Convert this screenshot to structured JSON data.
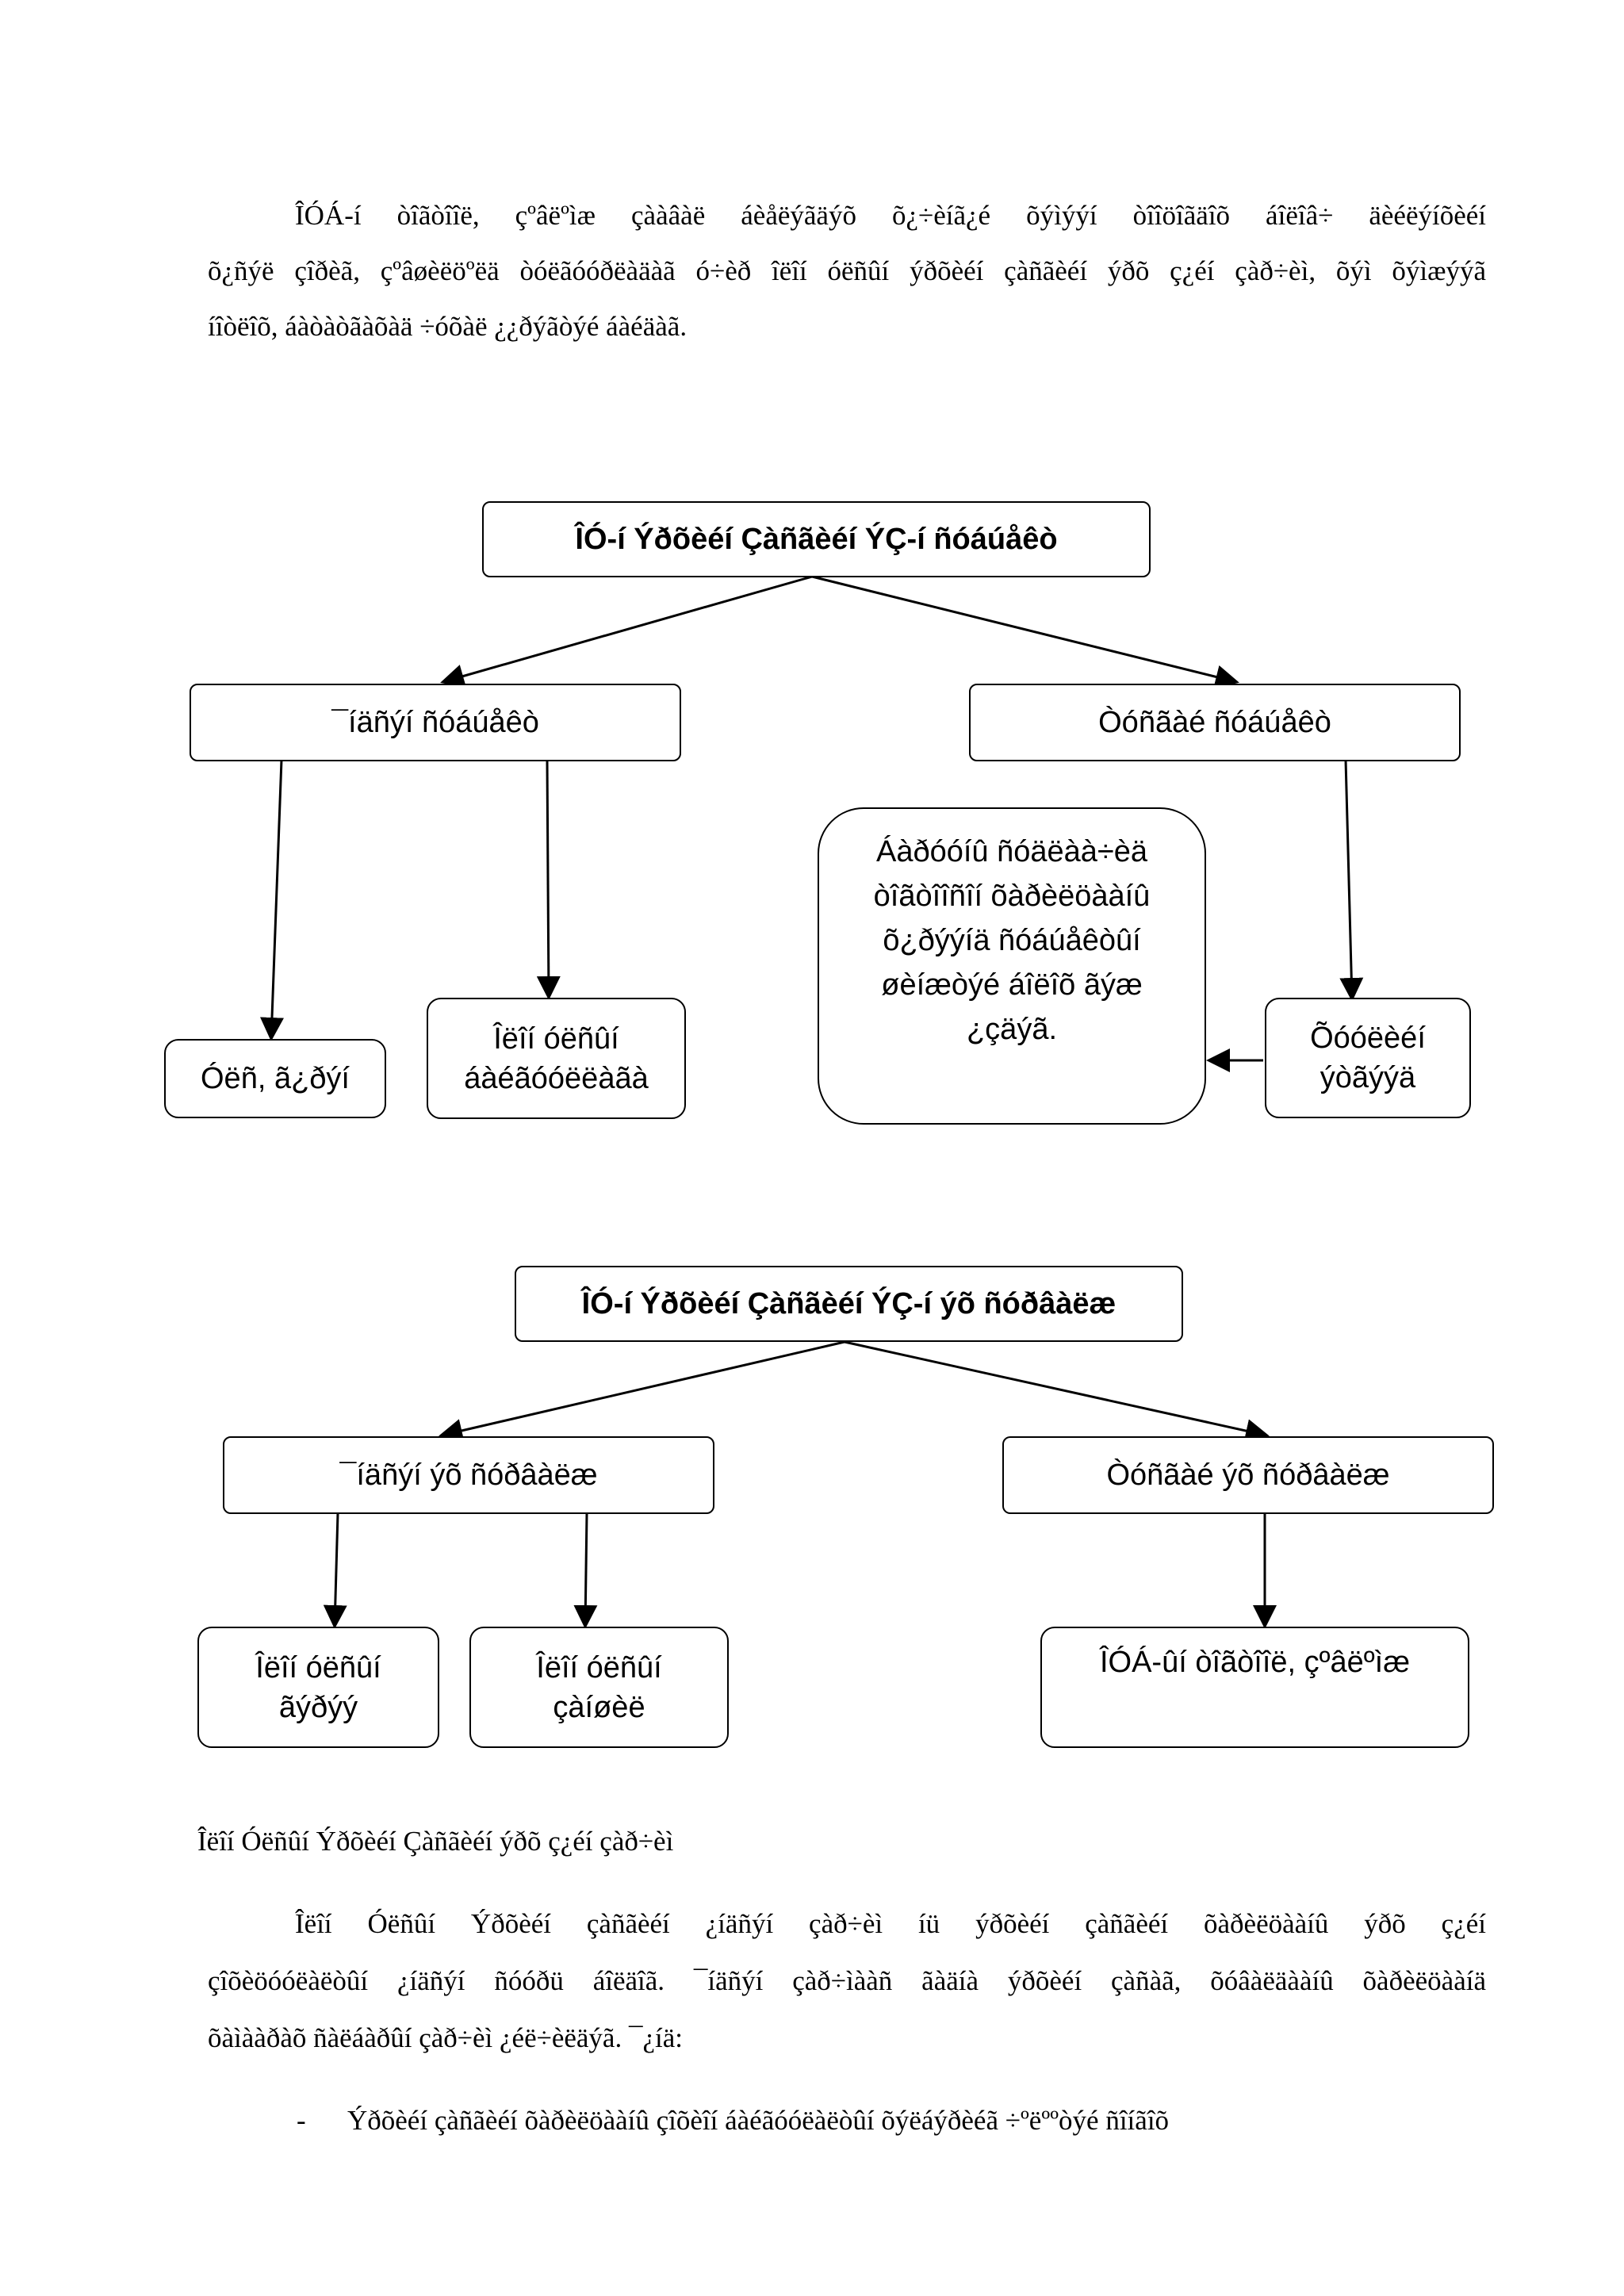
{
  "intro_paragraph": {
    "lines": [
      "ÎÓÁ-í òîãòîîë, çºâëºìæ çààâàë áèåëýãäýõ õ¿÷èíã¿é õýìýýí òîîöîãäîõ áîëîâ÷ äèéëýíõèéí",
      "õ¿ñýë çîðèã, çºâøèëöºëä òóëãóóðëàäàã ó÷èð îëîí óëñûí ýðõèéí çàñãèéí ýðõ ç¿éí çàð÷èì, õýì õýìæýýã",
      "íîòëîõ, áàòàòãàõàä ÷óõàë ¿¿ðýãòýé áàéäàã."
    ]
  },
  "diagram1": {
    "root": "ÎÓ-í Ýðõèéí Çàñãèéí ÝÇ-í ñóáúåêò",
    "left": "¯íäñýí ñóáúåêò",
    "right": "Òóñãàé ñóáúåêò",
    "left_child_1": "Óëñ, ã¿ðýí",
    "left_child_2": "Îëîí óëñûí\náàéãóóëëàãà",
    "right_child": "Õóóëèéí\nýòãýýä",
    "note": "Áàðóóíû ñóäëàà÷èä\nòîãòîîñîí õàðèëöààíû\nõ¿ðýýíä ñóáúåêòûí\nøèíæòýé áîëîõ ãýæ\n¿çäýã."
  },
  "diagram2": {
    "root": "ÎÓ-í Ýðõèéí Çàñãèéí ÝÇ-í ýõ ñóðâàëæ",
    "left": "¯íäñýí ýõ ñóðâàëæ",
    "right": "Òóñãàé ýõ ñóðâàëæ",
    "left_child_1": "Îëîí óëñûí\nãýðýý",
    "left_child_2": "Îëîí óëñûí\nçàíøèë",
    "right_child": "ÎÓÁ-ûí òîãòîîë, çºâëºìæ"
  },
  "section_heading": "Îëîí Óëñûí Ýðõèéí Çàñãèéí ýðõ ç¿éí çàð÷èì",
  "body_paragraph": {
    "lines": [
      "Îëîí Óëñûí Ýðõèéí çàñãèéí ¿íäñýí çàð÷èì íü ýðõèéí çàñãèéí õàðèëöààíû ýðõ ç¿éí",
      "çîõèöóóëàëòûí ¿íäñýí ñóóðü áîëäîã. ¯íäñýí çàð÷ìààñ ãàäíà ýðõèéí çàñàã, õóâàëäààíû õàðèëöààíä",
      "õàìààðàõ ñàëáàðûí çàð÷èì ¿éë÷èëäýã. ¯¿íä:"
    ]
  },
  "bullet_items": [
    {
      "marker": "-",
      "text": "Ýðõèéí çàñãèéí õàðèëöààíû çîõèîí áàéãóóëàëòûí õýëáýðèéã ÷ºëººòýé ñîíãîõ"
    }
  ]
}
